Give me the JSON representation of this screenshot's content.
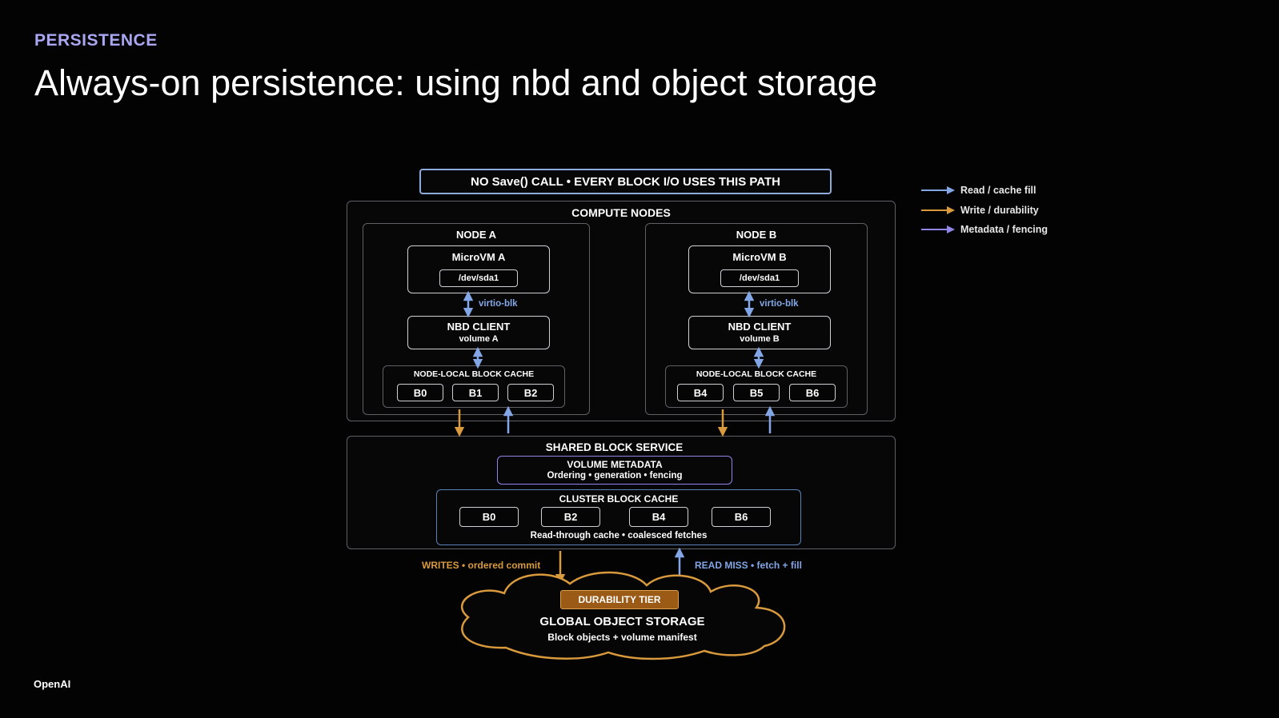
{
  "header": {
    "kicker": "PERSISTENCE",
    "title": "Always-on persistence: using nbd and object storage"
  },
  "footer": {
    "logo": "OpenAI"
  },
  "banner": "NO Save() CALL • EVERY BLOCK I/O USES THIS PATH",
  "compute": {
    "title": "COMPUTE NODES",
    "nodes": [
      {
        "title": "NODE A",
        "vm": {
          "title": "MicroVM A",
          "device": "/dev/sda1"
        },
        "link": "virtio-blk",
        "client": {
          "title": "NBD CLIENT",
          "volume": "volume A"
        },
        "cache": {
          "title": "NODE-LOCAL BLOCK CACHE",
          "blocks": [
            "B0",
            "B1",
            "B2"
          ]
        }
      },
      {
        "title": "NODE B",
        "vm": {
          "title": "MicroVM B",
          "device": "/dev/sda1"
        },
        "link": "virtio-blk",
        "client": {
          "title": "NBD CLIENT",
          "volume": "volume B"
        },
        "cache": {
          "title": "NODE-LOCAL BLOCK CACHE",
          "blocks": [
            "B4",
            "B5",
            "B6"
          ]
        }
      }
    ]
  },
  "shared": {
    "title": "SHARED BLOCK SERVICE",
    "metadata": {
      "title": "VOLUME METADATA",
      "subtitle": "Ordering • generation • fencing"
    },
    "cluster": {
      "title": "CLUSTER BLOCK CACHE",
      "blocks": [
        "B0",
        "B2",
        "B4",
        "B6"
      ],
      "note": "Read-through cache • coalesced fetches"
    }
  },
  "flows": {
    "writes_strong": "WRITES",
    "writes_rest": " • ordered commit",
    "reads_strong": "READ MISS",
    "reads_rest": " • fetch + fill"
  },
  "storage": {
    "tier": "DURABILITY TIER",
    "title": "GLOBAL OBJECT STORAGE",
    "subtitle": "Block objects + volume manifest"
  },
  "legend": [
    {
      "label": "Read / cache fill",
      "color": "#82a6e6"
    },
    {
      "label": "Write / durability",
      "color": "#d99a3d"
    },
    {
      "label": "Metadata / fencing",
      "color": "#8f86e8"
    }
  ],
  "colors": {
    "read": "#82a6e6",
    "write": "#d99a3d",
    "metadata": "#8f86e8",
    "kicker": "#a9a6f2"
  }
}
